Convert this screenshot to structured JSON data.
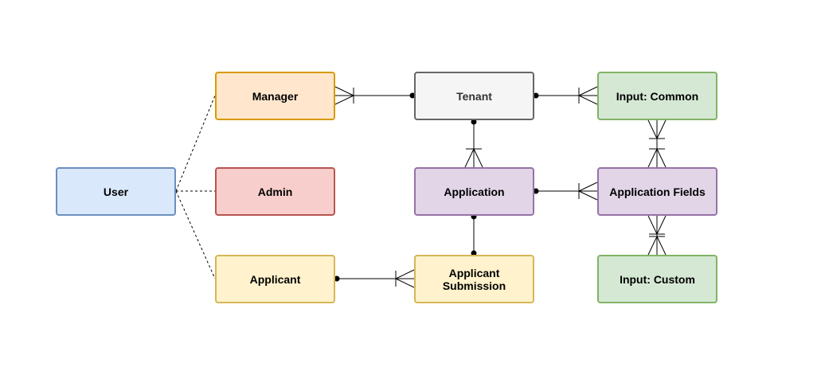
{
  "nodes": {
    "user": "User",
    "manager": "Manager",
    "admin": "Admin",
    "applicant": "Applicant",
    "tenant": "Tenant",
    "application": "Application",
    "submission": "Applicant\nSubmission",
    "input_common": "Input: Common",
    "application_fields": "Application Fields",
    "input_custom": "Input: Custom"
  },
  "colors": {
    "user": {
      "fill": "#dae8fc",
      "stroke": "#6c8ebf"
    },
    "manager": {
      "fill": "#ffe6cc",
      "stroke": "#d79b00"
    },
    "admin": {
      "fill": "#f8cecc",
      "stroke": "#b85450"
    },
    "yellow": {
      "fill": "#fff2cc",
      "stroke": "#d6b656"
    },
    "tenant": {
      "fill": "#f5f5f5",
      "stroke": "#666666"
    },
    "purple": {
      "fill": "#e1d5e7",
      "stroke": "#9673a6"
    },
    "green": {
      "fill": "#d5e8d4",
      "stroke": "#82b366"
    }
  },
  "edges": [
    {
      "from": "user",
      "to": "manager",
      "style": "dashed"
    },
    {
      "from": "user",
      "to": "admin",
      "style": "dashed"
    },
    {
      "from": "user",
      "to": "applicant",
      "style": "dashed"
    },
    {
      "from": "tenant",
      "to": "manager",
      "style": "one-to-many"
    },
    {
      "from": "tenant",
      "to": "input_common",
      "style": "one-to-many"
    },
    {
      "from": "tenant",
      "to": "application",
      "style": "one-to-many"
    },
    {
      "from": "application",
      "to": "application_fields",
      "style": "one-to-many"
    },
    {
      "from": "input_common",
      "to": "application_fields",
      "style": "many-to-many"
    },
    {
      "from": "application_fields",
      "to": "input_custom",
      "style": "many-to-many"
    },
    {
      "from": "application",
      "to": "submission",
      "style": "one-to-one"
    },
    {
      "from": "applicant",
      "to": "submission",
      "style": "one-to-many"
    }
  ]
}
